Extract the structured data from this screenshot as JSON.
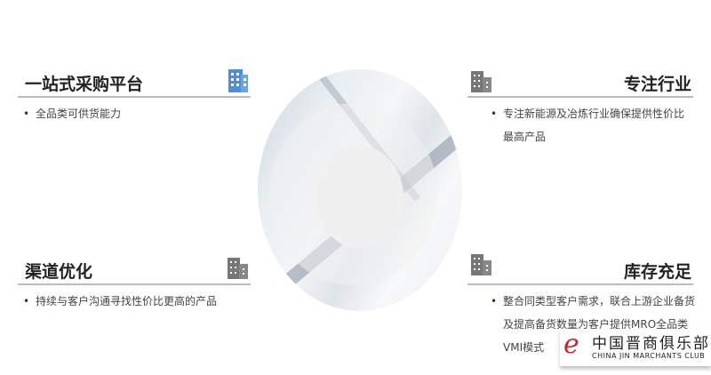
{
  "sections": [
    {
      "title": "一站式采购平台",
      "bullet": "全品类可供货能力",
      "icon": "office-building-icon-blue"
    },
    {
      "title": "专注行业",
      "bullet": "专注新能源及冶炼行业确保提供性价比最高产品",
      "icon": "office-building-icon-gray"
    },
    {
      "title": "渠道优化",
      "bullet": "持续与客户沟通寻找性价比更高的产品",
      "icon": "office-building-icon-gray"
    },
    {
      "title": "库存充足",
      "bullet": "整合同类型客户需求，联合上游企业备货及提高备货数量为客户提供MRO全品类VMI模式",
      "icon": "office-building-icon-gray"
    }
  ],
  "watermark": {
    "cn": "中国晋商俱乐部",
    "en": "CHINA JIN MARCHANTS CLUB",
    "mark": "e"
  },
  "colors": {
    "blue_icon": "#4a90d9",
    "gray_icon": "#777777",
    "rule": "#b7bcc8"
  }
}
